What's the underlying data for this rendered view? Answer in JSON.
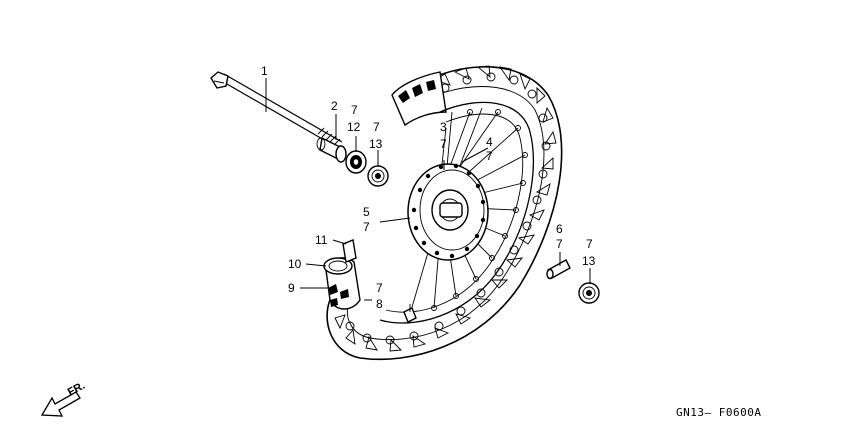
{
  "diagram": {
    "drawing_code": "GN13– F0600A",
    "front_arrow_label": "FR.",
    "callouts": [
      {
        "id": "c1",
        "text": "1"
      },
      {
        "id": "c2",
        "text": "2"
      },
      {
        "id": "c3",
        "text": "7"
      },
      {
        "id": "c4",
        "text": "12"
      },
      {
        "id": "c5",
        "text": "7"
      },
      {
        "id": "c6",
        "text": "13"
      },
      {
        "id": "c7",
        "text": "3"
      },
      {
        "id": "c8",
        "text": "7"
      },
      {
        "id": "c9",
        "text": "4"
      },
      {
        "id": "c10",
        "text": "7"
      },
      {
        "id": "c11",
        "text": "5"
      },
      {
        "id": "c12",
        "text": "7"
      },
      {
        "id": "c13",
        "text": "11"
      },
      {
        "id": "c14",
        "text": "10"
      },
      {
        "id": "c15",
        "text": "9"
      },
      {
        "id": "c16",
        "text": "7"
      },
      {
        "id": "c17",
        "text": "8"
      },
      {
        "id": "c18",
        "text": "6"
      },
      {
        "id": "c19",
        "text": "7"
      },
      {
        "id": "c20",
        "text": "7"
      },
      {
        "id": "c21",
        "text": "13"
      }
    ]
  }
}
